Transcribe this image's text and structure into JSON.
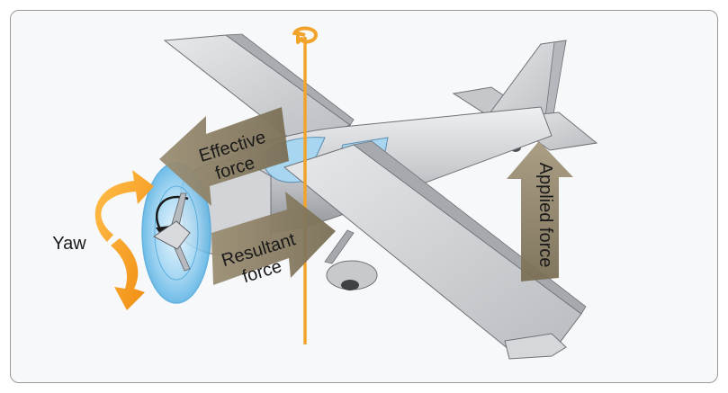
{
  "labels": {
    "effective_line1": "Effective",
    "effective_line2": "force",
    "resultant_line1": "Resultant",
    "resultant_line2": "force",
    "applied": "Applied force",
    "yaw": "Yaw"
  },
  "colors": {
    "background": "#f7f8fa",
    "frame": "#9a9a9a",
    "arrow_fill": "#8a7d62",
    "axis_orange": "#f2a32c",
    "yaw_orange": "#f39a1e",
    "prop_disc": "#7cc3ea",
    "aircraft_gray": "#c9cbce",
    "aircraft_dark": "#8b8e92"
  }
}
